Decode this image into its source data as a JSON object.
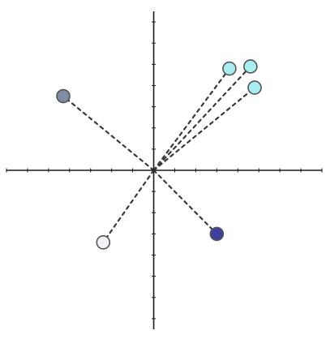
{
  "chart_data": {
    "type": "scatter",
    "axes": {
      "xlim": [
        -7,
        8
      ],
      "ylim": [
        -7.5,
        7.5
      ],
      "grid": false,
      "ticks": true,
      "origin_at_center": true
    },
    "lines_from_origin": true,
    "line_style": "dashed",
    "points": [
      {
        "x": 3.6,
        "y": 4.8,
        "color": "#a8eef0"
      },
      {
        "x": 4.6,
        "y": 4.9,
        "color": "#a8eef0"
      },
      {
        "x": 4.8,
        "y": 3.9,
        "color": "#a8eef0"
      },
      {
        "x": -4.3,
        "y": 3.5,
        "color": "#7f8fa3"
      },
      {
        "x": -2.4,
        "y": -3.4,
        "color": "#f1f2f6"
      },
      {
        "x": 3.0,
        "y": -3.0,
        "color": "#3f3f9e"
      }
    ],
    "colors": {
      "axis": "#1a1a1a",
      "line": "#3a3a3a",
      "outline": "#555555"
    }
  }
}
